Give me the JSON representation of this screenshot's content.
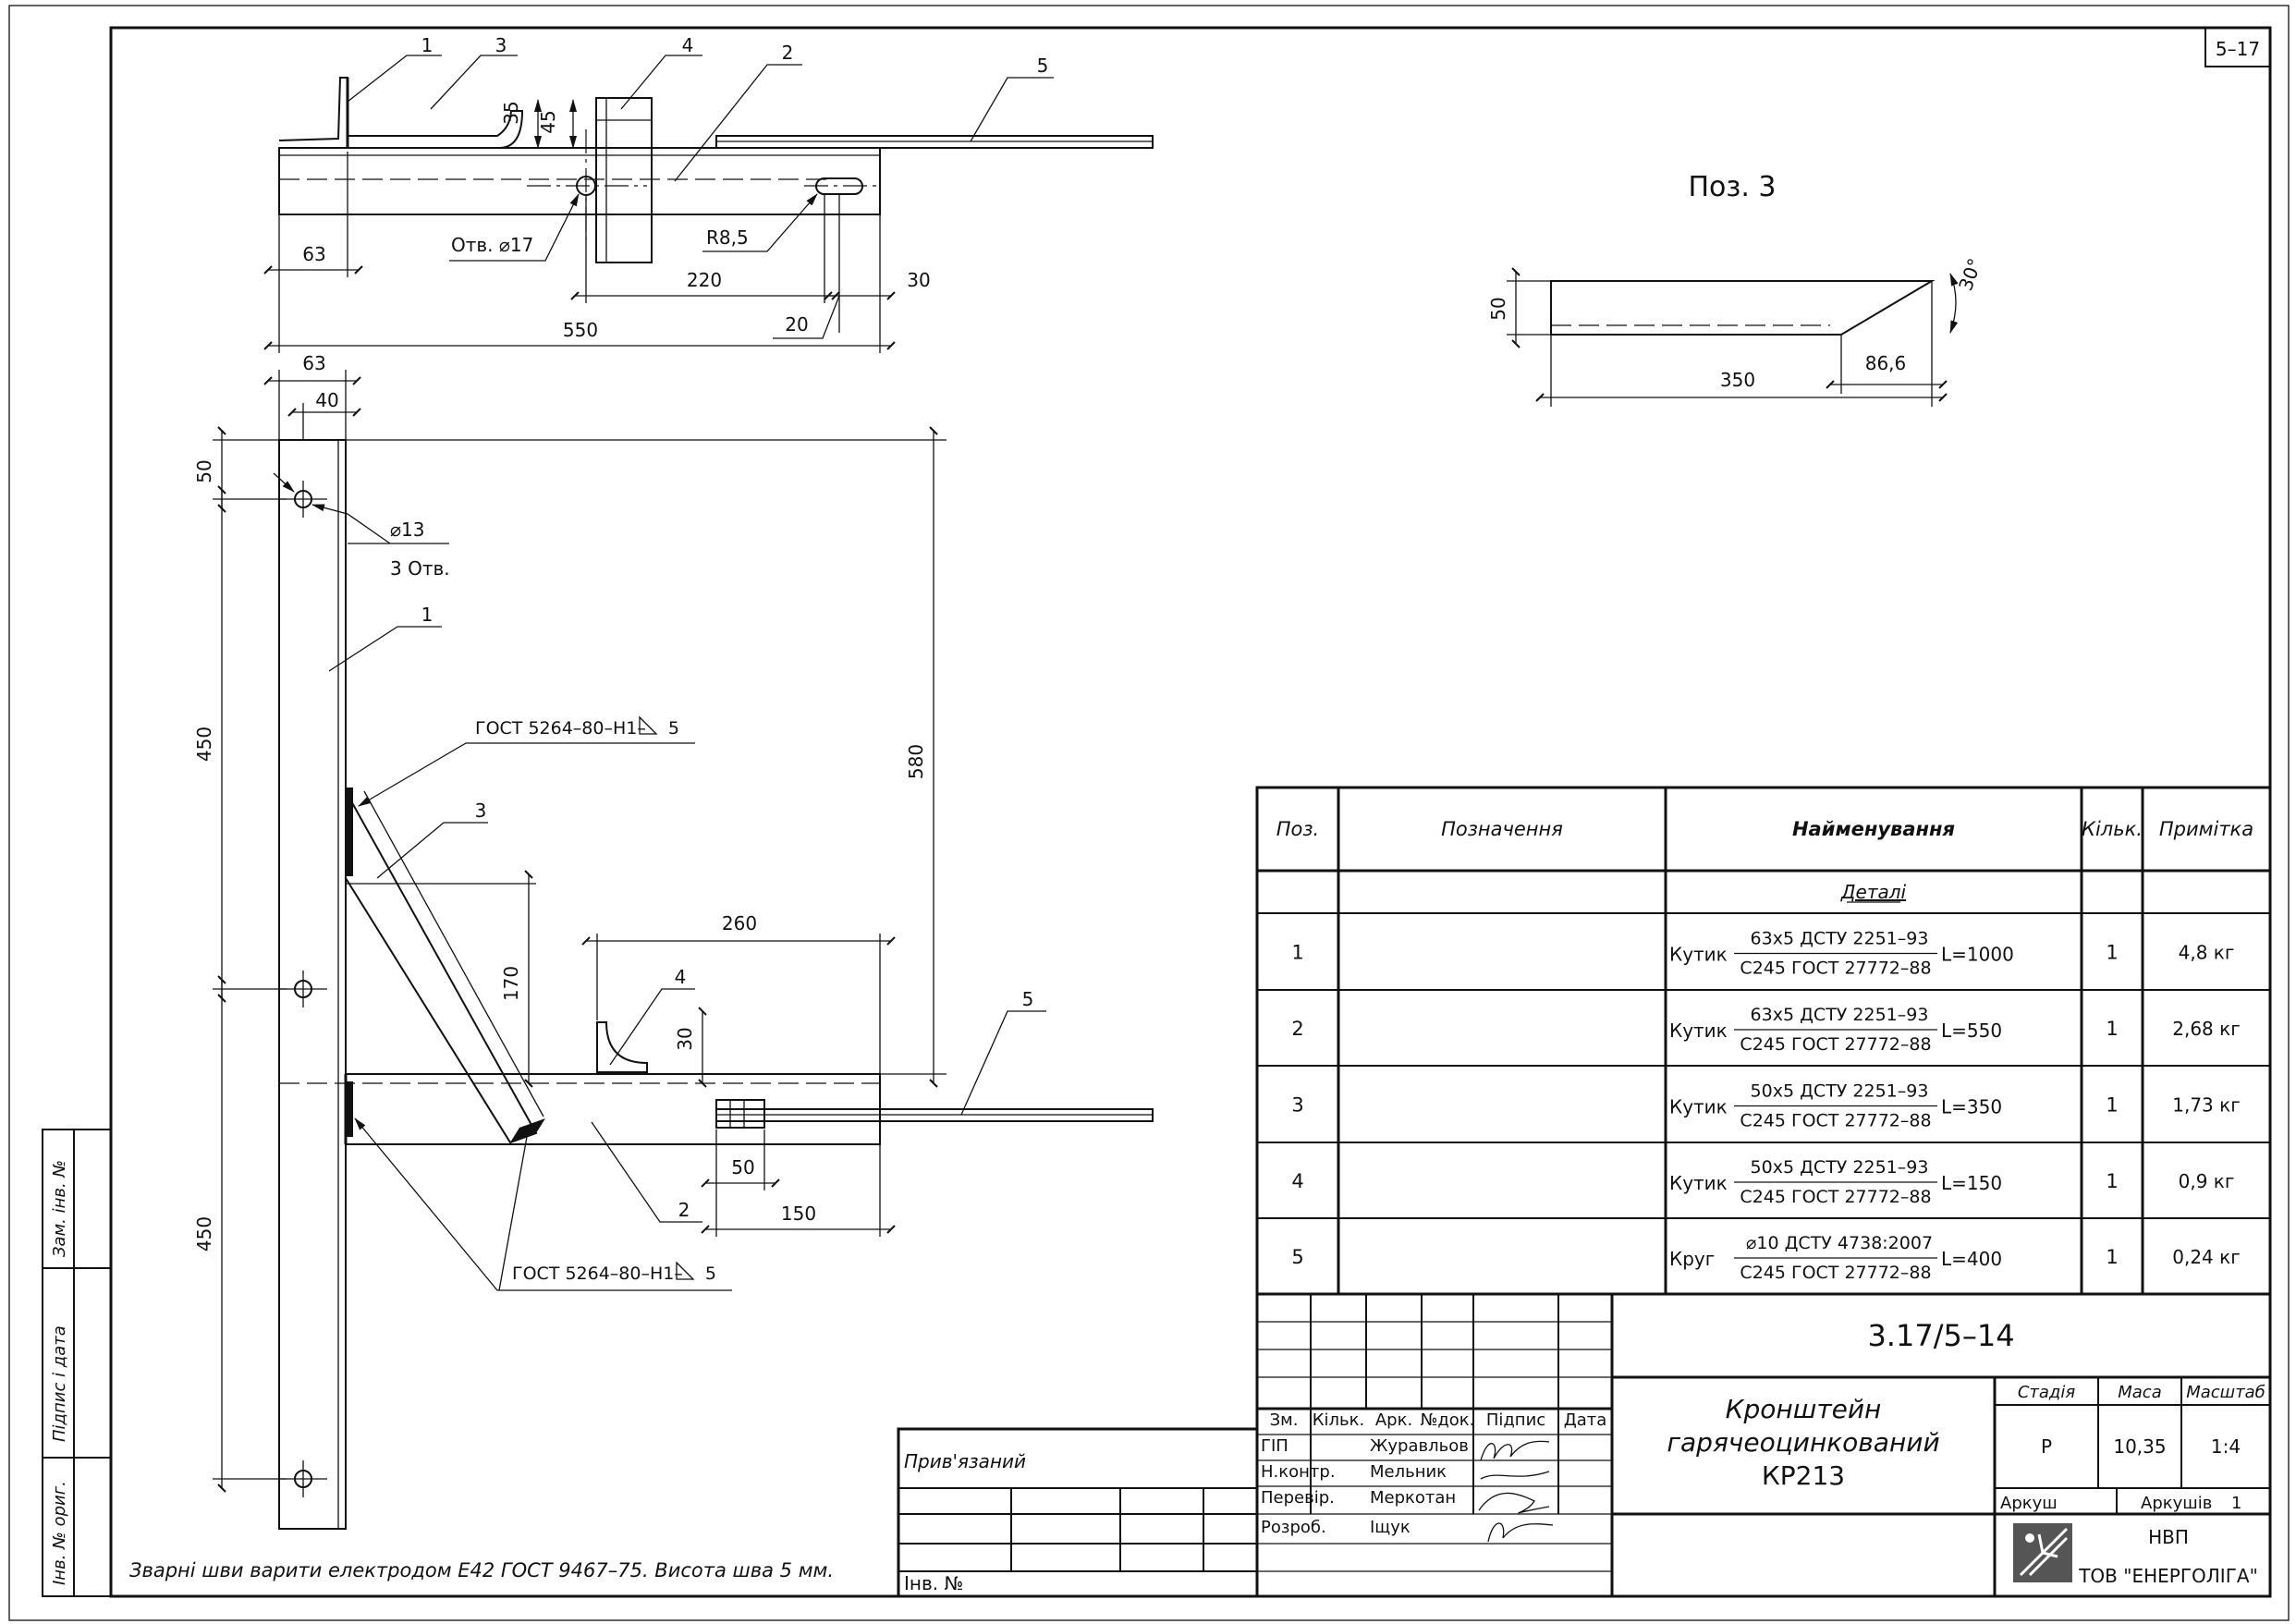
{
  "sheet_code": "5–17",
  "weld_note": "Зварні шви варити електродом Е42 ГОСТ 9467–75. Висота шва 5 мм.",
  "top_view": {
    "callouts": [
      "1",
      "3",
      "4",
      "2",
      "5"
    ],
    "hole_label": "Отв. ⌀17",
    "slot_label": "R8,5",
    "dims": {
      "d35": "35",
      "d45": "45",
      "d63": "63",
      "d220": "220",
      "d30": "30",
      "d20": "20",
      "d550": "550"
    }
  },
  "side_view": {
    "dims": {
      "d63": "63",
      "d40": "40",
      "d50": "50",
      "d450a": "450",
      "d450b": "450",
      "d580": "580",
      "d170": "170",
      "d260": "260",
      "d30": "30",
      "d50b": "50",
      "d150": "150"
    },
    "hole_label": "⌀13",
    "hole_count": "3 Отв.",
    "callouts": [
      "1",
      "3",
      "4",
      "5",
      "2"
    ],
    "weld1": "ГОСТ 5264–80–Н1–",
    "weld1_size": "5",
    "weld2": "ГОСТ 5264–80–Н1–",
    "weld2_size": "5"
  },
  "detail": {
    "title": "Поз. 3",
    "dims": {
      "d50": "50",
      "d350": "350",
      "d86": "86,6",
      "angle": "30°"
    }
  },
  "spec": {
    "headers": [
      "Поз.",
      "Позначення",
      "Найменування",
      "Кільк.",
      "Примітка"
    ],
    "section": "Деталі",
    "rows": [
      {
        "pos": "1",
        "kind": "Кутик",
        "num": "63х5 ДСТУ 2251–93",
        "den": "С245 ГОСТ 27772–88",
        "len": "L=1000",
        "qty": "1",
        "note": "4,8 кг"
      },
      {
        "pos": "2",
        "kind": "Кутик",
        "num": "63х5 ДСТУ 2251–93",
        "den": "С245 ГОСТ 27772–88",
        "len": "L=550",
        "qty": "1",
        "note": "2,68 кг"
      },
      {
        "pos": "3",
        "kind": "Кутик",
        "num": "50х5 ДСТУ 2251–93",
        "den": "С245 ГОСТ 27772–88",
        "len": "L=350",
        "qty": "1",
        "note": "1,73 кг"
      },
      {
        "pos": "4",
        "kind": "Кутик",
        "num": "50х5 ДСТУ 2251–93",
        "den": "С245 ГОСТ 27772–88",
        "len": "L=150",
        "qty": "1",
        "note": "0,9 кг"
      },
      {
        "pos": "5",
        "kind": "Круг",
        "num": "⌀10 ДСТУ 4738:2007",
        "den": "С245 ГОСТ 27772–88",
        "len": "L=400",
        "qty": "1",
        "note": "0,24 кг"
      }
    ]
  },
  "title_block": {
    "doc_code": "3.17/5–14",
    "name_line1": "Кронштейн",
    "name_line2": "гарячеоцинкований",
    "name_line3": "КР213",
    "stage_label": "Стадія",
    "mass_label": "Маса",
    "scale_label": "Масштаб",
    "stage": "Р",
    "mass": "10,35",
    "scale": "1:4",
    "sheet_label": "Аркуш",
    "sheets_label": "Аркушів",
    "sheets": "1",
    "org_line1": "НВП",
    "org_line2": "ТОВ \"ЕНЕРГОЛІГА\"",
    "rev_headers": [
      "Зм.",
      "Кільк.",
      "Арк.",
      "№док.",
      "Підпис",
      "Дата"
    ],
    "people": [
      {
        "role": "ГІП",
        "name": "Журавльов"
      },
      {
        "role": "Н.контр.",
        "name": "Мельник"
      },
      {
        "role": "Перевір.",
        "name": "Меркотан"
      },
      {
        "role": "Розроб.",
        "name": "Іщук"
      }
    ],
    "linked": "Прив'язаний",
    "inv_no": "Інв. №"
  },
  "side_stamp": [
    "Зам. інв. №",
    "Підпис і дата",
    "Інв. № ориг."
  ]
}
